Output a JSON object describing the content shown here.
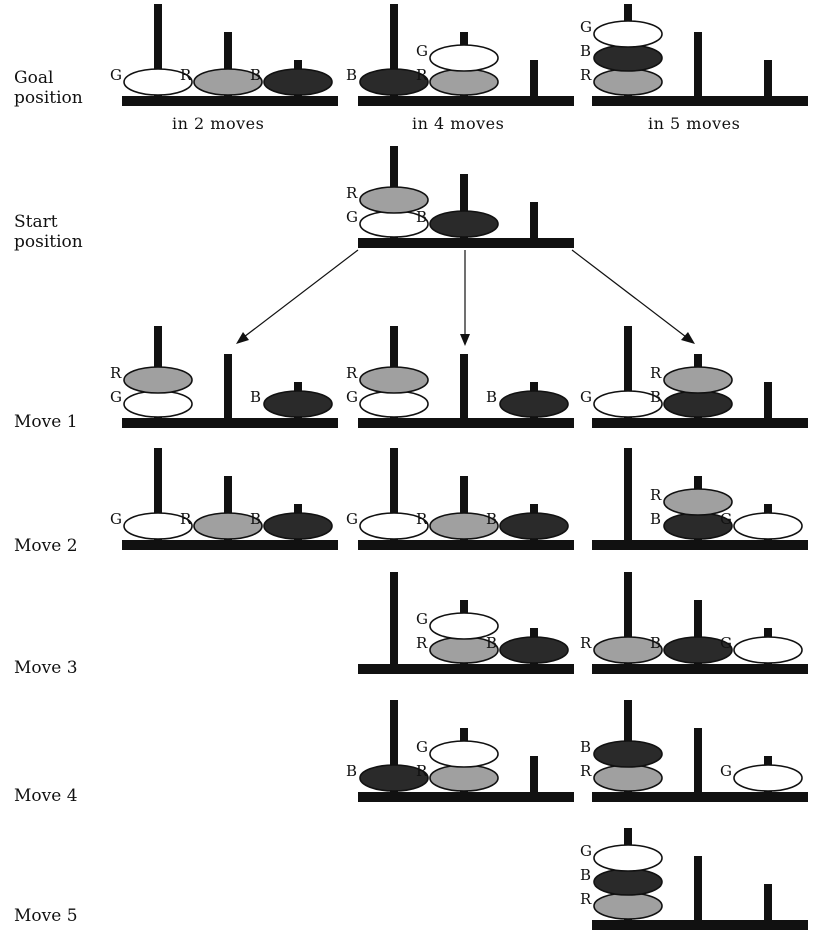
{
  "row_labels": {
    "goal_line1": "Goal",
    "goal_line2": "position",
    "start_line1": "Start",
    "start_line2": "position",
    "move1": "Move 1",
    "move2": "Move 2",
    "move3": "Move 3",
    "move4": "Move 4",
    "move5": "Move 5"
  },
  "goal_captions": [
    "in 2 moves",
    "in 4 moves",
    "in 5 moves"
  ],
  "colors": {
    "G": "#ffffff",
    "R": "#a0a0a0",
    "B": "#2a2a2a"
  },
  "puzzles": [
    {
      "id": "goal-2",
      "pegs": [
        [
          "G"
        ],
        [
          "R"
        ],
        [
          "B"
        ]
      ]
    },
    {
      "id": "goal-4",
      "pegs": [
        [
          "B"
        ],
        [
          "R",
          "G"
        ],
        []
      ]
    },
    {
      "id": "goal-5",
      "pegs": [
        [
          "R",
          "B",
          "G"
        ],
        [],
        []
      ]
    },
    {
      "id": "start",
      "pegs": [
        [
          "G",
          "R"
        ],
        [
          "B"
        ],
        []
      ]
    },
    {
      "id": "m1-a",
      "pegs": [
        [
          "G",
          "R"
        ],
        [],
        [
          "B"
        ]
      ]
    },
    {
      "id": "m1-b",
      "pegs": [
        [
          "G",
          "R"
        ],
        [],
        [
          "B"
        ]
      ]
    },
    {
      "id": "m1-c",
      "pegs": [
        [
          "G"
        ],
        [
          "B",
          "R"
        ],
        []
      ]
    },
    {
      "id": "m2-a",
      "pegs": [
        [
          "G"
        ],
        [
          "R"
        ],
        [
          "B"
        ]
      ]
    },
    {
      "id": "m2-b",
      "pegs": [
        [
          "G"
        ],
        [
          "R"
        ],
        [
          "B"
        ]
      ]
    },
    {
      "id": "m2-c",
      "pegs": [
        [],
        [
          "B",
          "R"
        ],
        [
          "G"
        ]
      ]
    },
    {
      "id": "m3-b",
      "pegs": [
        [],
        [
          "R",
          "G"
        ],
        [
          "B"
        ]
      ]
    },
    {
      "id": "m3-c",
      "pegs": [
        [
          "R"
        ],
        [
          "B"
        ],
        [
          "G"
        ]
      ]
    },
    {
      "id": "m4-b",
      "pegs": [
        [
          "B"
        ],
        [
          "R",
          "G"
        ],
        []
      ]
    },
    {
      "id": "m4-c",
      "pegs": [
        [
          "R",
          "B"
        ],
        [],
        [
          "G"
        ]
      ]
    },
    {
      "id": "m5-c",
      "pegs": [
        [
          "R",
          "B",
          "G"
        ],
        [],
        []
      ]
    }
  ]
}
